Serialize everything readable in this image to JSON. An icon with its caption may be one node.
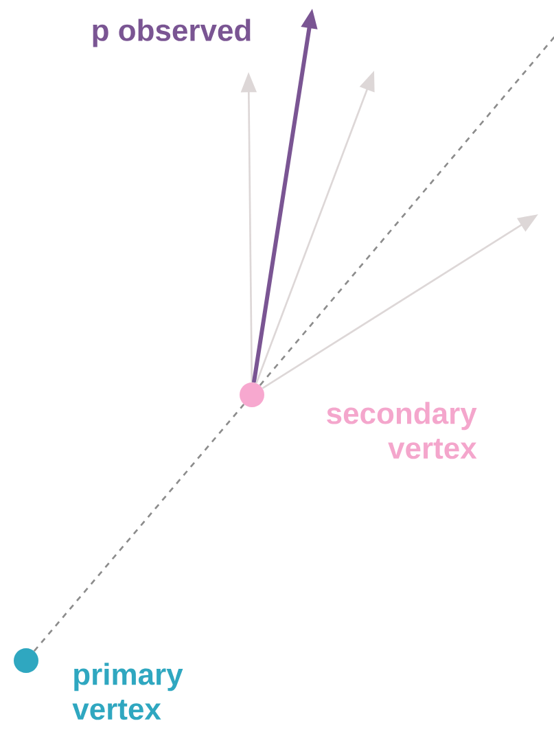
{
  "diagram": {
    "nodes": [
      {
        "text": [],
        "shape": "circle",
        "beside": [
          "primary vertex"
        ]
      },
      {
        "text": [],
        "shape": "circle",
        "beside": [
          "secondary vertex"
        ]
      }
    ],
    "edges": [
      {
        "from": 0,
        "to": 1,
        "arrow": "none",
        "style": "dashed",
        "color": "#8c8c8c"
      },
      {
        "from": 1,
        "to": null,
        "arrow": "none",
        "style": "dashed",
        "color": "#8c8c8c"
      },
      {
        "from": 1,
        "to": null,
        "arrow": "to",
        "color": "#ddd7d7"
      },
      {
        "from": 1,
        "to": null,
        "arrow": "to",
        "label": "p observed",
        "style": "thick",
        "color": "#7a5593"
      },
      {
        "from": 1,
        "to": null,
        "arrow": "to",
        "color": "#ddd7d7"
      },
      {
        "from": 1,
        "to": null,
        "arrow": "to",
        "color": "#ddd7d7"
      }
    ]
  }
}
